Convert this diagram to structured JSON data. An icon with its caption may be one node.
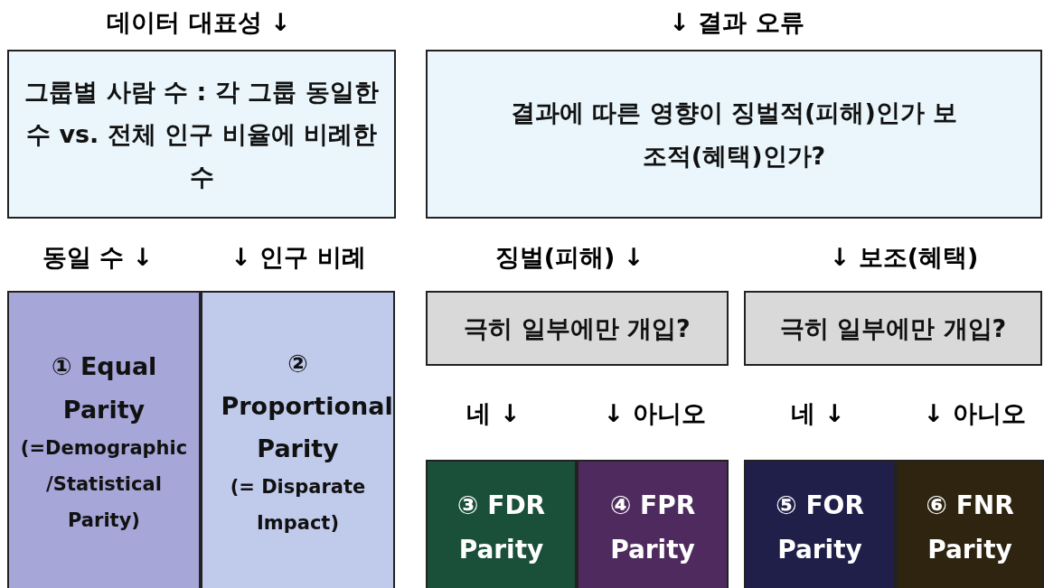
{
  "diagram": {
    "nodes": [
      {
        "text": [
          "그룹별 사람 수 : 각 그룹 동일한 수 vs. 전체 인구 비율에 비례한 수"
        ]
      },
      {
        "text": [
          "결과에 따른 영향이 징벌적(피해)인가 보조적(혜택)인가?"
        ]
      },
      {
        "text": [
          "극히 일부에만 개입?"
        ]
      },
      {
        "text": [
          "극히 일부에만 개입?"
        ]
      },
      {
        "text": [
          "① Equal Parity",
          "(=Demographic /Statistical Parity)"
        ]
      },
      {
        "text": [
          "② Proportional Parity",
          "(= Disparate Impact)"
        ]
      },
      {
        "text": [
          "③ FDR Parity"
        ]
      },
      {
        "text": [
          "④ FPR Parity"
        ]
      },
      {
        "text": [
          "⑤ FOR Parity"
        ]
      },
      {
        "text": [
          "⑥ FNR Parity"
        ]
      }
    ],
    "labels": [
      "데이터 대표성 ↓",
      "↓ 결과 오류",
      "동일 수 ↓",
      "↓ 인구 비례",
      "징벌(피해) ↓",
      "↓ 보조(혜택)",
      "네 ↓",
      "↓ 아니오",
      "네 ↓",
      "↓ 아니오"
    ]
  }
}
